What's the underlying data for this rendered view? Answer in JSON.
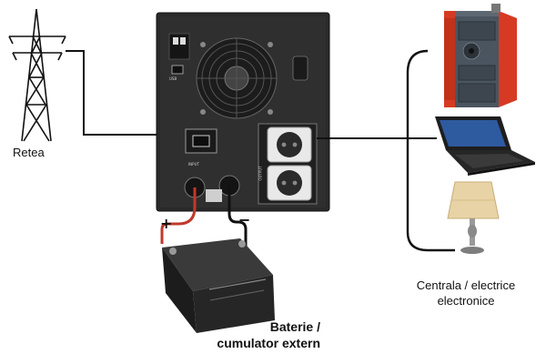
{
  "labels": {
    "grid": "Retea",
    "battery": [
      "Baterie /",
      "cumulator extern"
    ],
    "loads": [
      "Centrala / electrice",
      "electronice"
    ]
  },
  "ups": {
    "usb_label": "USB",
    "input_label": "INPUT",
    "output_label": "OUTPUT"
  },
  "polarity": {
    "positive": "+",
    "negative": "−"
  },
  "colors": {
    "ups_body": "#2a2a2a",
    "wire": "#111111",
    "positive_wire": "#c0392b",
    "boiler_red": "#d73a22",
    "boiler_front": "#4a5560",
    "lampshade": "#e8d3a6",
    "battery": "#2e2e2e"
  },
  "icons": [
    "transmission-tower-icon",
    "ups-unit-icon",
    "battery-icon",
    "boiler-icon",
    "laptop-icon",
    "table-lamp-icon"
  ]
}
